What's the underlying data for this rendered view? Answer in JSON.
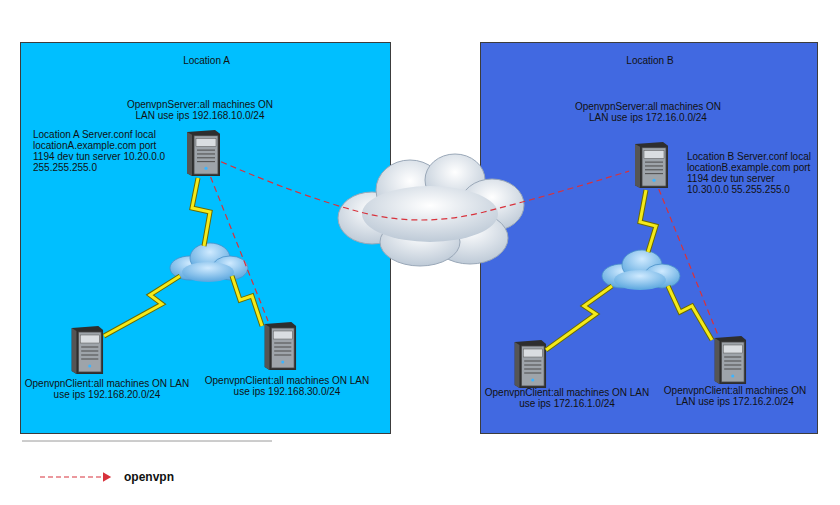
{
  "diagram": {
    "nodes": [
      {
        "text": [
          "Location A"
        ]
      },
      {
        "text": [
          "OpenvpnServer:all machines ON LAN use ips 192.168.10.0/24",
          "Location A Server.conf local locationA.example.com port 1194 dev tun server 10.20.0.0 255.255.255.0"
        ],
        "in": 0
      },
      {
        "text": [
          "OpenvpnClient:all machines ON LAN use ips 192.168.20.0/24"
        ],
        "in": 0
      },
      {
        "text": [
          "OpenvpnClient:all machines ON LAN use ips 192.168.30.0/24"
        ],
        "in": 0
      },
      {
        "text": [
          "Location B"
        ]
      },
      {
        "text": [
          "OpenvpnServer:all machines ON LAN use ips 172.16.0.0/24",
          "Location B Server.conf local locationB.example.com port 1194 dev tun server 10.30.0.0 55.255.255.0"
        ],
        "in": 4
      },
      {
        "text": [
          "OpenvpnClient:all machines ON LAN use ips 172.16.1.0/24"
        ],
        "in": 4
      },
      {
        "text": [
          "OpenvpnClient:all machines ON LAN use ips 172.16.2.0/24"
        ],
        "in": 4
      }
    ],
    "edges": [
      {
        "from": 1,
        "to": 5,
        "arrow": "none"
      },
      {
        "from": 1,
        "to": 3,
        "arrow": "none"
      },
      {
        "from": 5,
        "to": 7,
        "arrow": "none"
      }
    ],
    "legend": [
      {
        "text": "openvpn"
      }
    ]
  }
}
